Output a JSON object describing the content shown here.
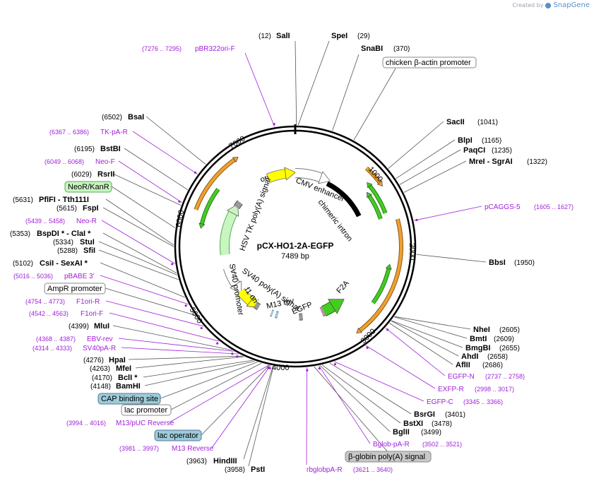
{
  "brand": {
    "created_by": "Created by",
    "name": "SnapGene"
  },
  "plasmid": {
    "name": "pCX-HO1-2A-EGFP",
    "size": "7489 bp",
    "length": 7489
  },
  "ticks": [
    "1000",
    "2000",
    "3000",
    "4000",
    "5000",
    "6000",
    "7000"
  ],
  "enzymes": [
    {
      "name": "SalI",
      "pos": "(12)"
    },
    {
      "name": "SpeI",
      "pos": "(29)"
    },
    {
      "name": "SnaBI",
      "pos": "(370)"
    },
    {
      "name": "SacII",
      "pos": "(1041)"
    },
    {
      "name": "BlpI",
      "pos": "(1165)"
    },
    {
      "name": "PaqCI",
      "pos": "(1235)"
    },
    {
      "name": "MreI  -  SgrAI",
      "pos": "(1322)"
    },
    {
      "name": "BbsI",
      "pos": "(1950)"
    },
    {
      "name": "NheI",
      "pos": "(2605)"
    },
    {
      "name": "BmtI",
      "pos": "(2609)"
    },
    {
      "name": "BmgBI",
      "pos": "(2655)"
    },
    {
      "name": "AhdI",
      "pos": "(2658)"
    },
    {
      "name": "AflII",
      "pos": "(2686)"
    },
    {
      "name": "BsrGI",
      "pos": "(3401)"
    },
    {
      "name": "BstXI",
      "pos": "(3478)"
    },
    {
      "name": "BglII",
      "pos": "(3499)"
    },
    {
      "name": "PstI",
      "pos": "(3958)"
    },
    {
      "name": "HindIII",
      "pos": "(3963)"
    },
    {
      "name": "BamHI",
      "pos": "(4148)"
    },
    {
      "name": "BclI *",
      "pos": "(4170)"
    },
    {
      "name": "MfeI",
      "pos": "(4263)"
    },
    {
      "name": "HpaI",
      "pos": "(4276)"
    },
    {
      "name": "MluI",
      "pos": "(4399)"
    },
    {
      "name": "CsiI  -  SexAI *",
      "pos": "(5102)"
    },
    {
      "name": "SfiI",
      "pos": "(5288)"
    },
    {
      "name": "StuI",
      "pos": "(5334)"
    },
    {
      "name": "BspDI *  -  ClaI *",
      "pos": "(5353)"
    },
    {
      "name": "FspI",
      "pos": "(5615)"
    },
    {
      "name": "PflFI  -  Tth111I",
      "pos": "(5631)"
    },
    {
      "name": "RsrII",
      "pos": "(6029)"
    },
    {
      "name": "BstBI",
      "pos": "(6195)"
    },
    {
      "name": "BsaI",
      "pos": "(6502)"
    }
  ],
  "primers": [
    {
      "name": "pBR322ori-F",
      "pos": "(7276 .. 7295)"
    },
    {
      "name": "pCAGGS-5",
      "pos": "(1605 .. 1627)"
    },
    {
      "name": "EGFP-N",
      "pos": "(2737 .. 2758)"
    },
    {
      "name": "EXFP-R",
      "pos": "(2998 .. 3017)"
    },
    {
      "name": "EGFP-C",
      "pos": "(3345 .. 3366)"
    },
    {
      "name": "Bglob-pA-R",
      "pos": "(3502 .. 3521)"
    },
    {
      "name": "rbglobpA-R",
      "pos": "(3621 .. 3640)"
    },
    {
      "name": "M13 Reverse",
      "pos": "(3981 .. 3997)"
    },
    {
      "name": "M13/pUC Reverse",
      "pos": "(3994 .. 4016)"
    },
    {
      "name": "SV40pA-R",
      "pos": "(4314 .. 4333)"
    },
    {
      "name": "EBV-rev",
      "pos": "(4368 .. 4387)"
    },
    {
      "name": "F1ori-F",
      "pos": "(4542 .. 4563)"
    },
    {
      "name": "F1ori-R",
      "pos": "(4754 .. 4773)"
    },
    {
      "name": "pBABE 3'",
      "pos": "(5016 .. 5036)"
    },
    {
      "name": "Neo-R",
      "pos": "(5439 .. 5458)"
    },
    {
      "name": "Neo-F",
      "pos": "(6049 .. 6068)"
    },
    {
      "name": "TK-pA-R",
      "pos": "(6367 .. 6386)"
    }
  ],
  "boxed_labels": [
    {
      "name": "chicken β-actin promoter"
    },
    {
      "name": "NeoR/KanR"
    },
    {
      "name": "AmpR promoter"
    },
    {
      "name": "CAP binding site"
    },
    {
      "name": "lac promoter"
    },
    {
      "name": "lac operator"
    },
    {
      "name": "β-globin poly(A) signal"
    }
  ],
  "inner_labels": {
    "ori": "ori",
    "cmv": "CMV enhancer",
    "intron": "chimeric intron",
    "hsv": "HSV TK poly(A) signal",
    "sv40p": "SV40 promoter",
    "sv40pa": "SV40 poly(A) signal",
    "f1": "f1 ori",
    "m13": "M13 rev",
    "egfp": "EGFP",
    "f2a": "F2A"
  },
  "colors": {
    "primer": "#a020d8",
    "orange": "#f0a030",
    "green": "#44cc22",
    "yellow": "#ffff00",
    "lightgreen": "#c8f5c0"
  }
}
